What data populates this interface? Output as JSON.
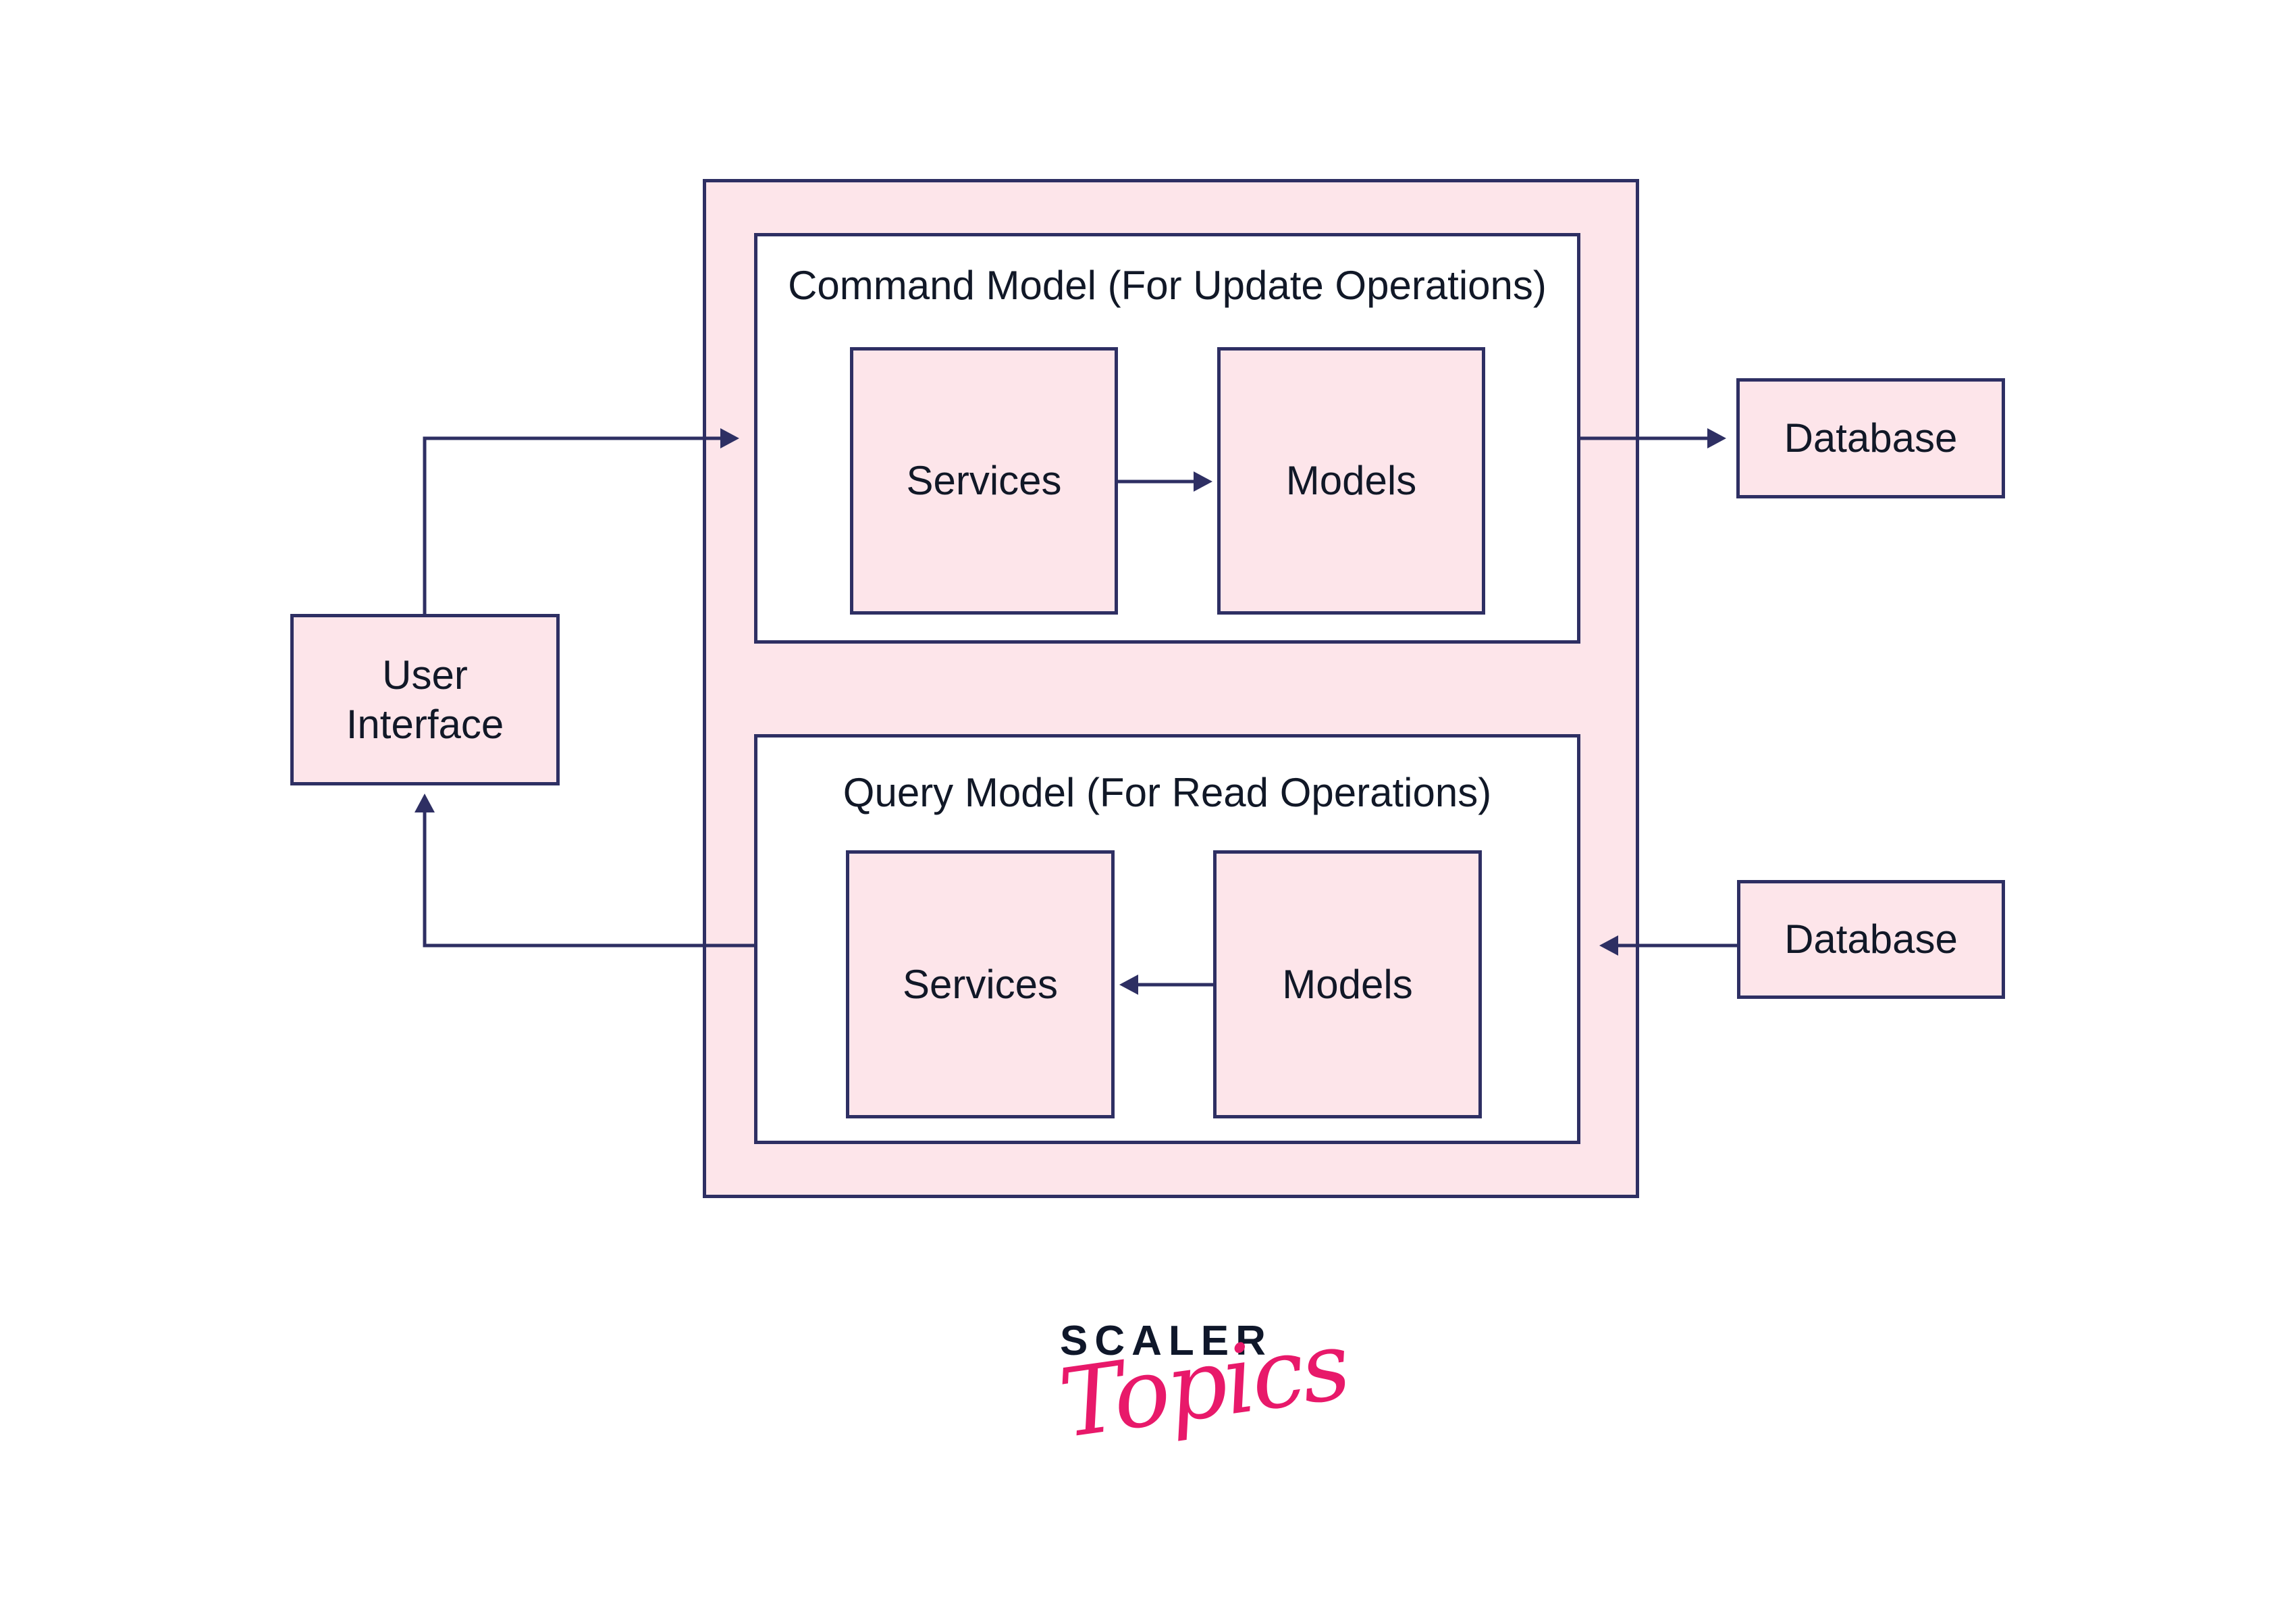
{
  "diagram": {
    "title": "CQRS Architecture",
    "nodes": {
      "user_interface": "User\nInterface",
      "user_interface_lines": [
        "User",
        "Interface"
      ],
      "command_model": {
        "title": "Command Model (For Update Operations)",
        "services": "Services",
        "models": "Models"
      },
      "query_model": {
        "title": "Query Model (For Read Operations)",
        "services": "Services",
        "models": "Models"
      },
      "database_write": "Database",
      "database_read": "Database"
    },
    "edges": [
      {
        "from": "user_interface",
        "to": "command_model"
      },
      {
        "from": "command_model.services",
        "to": "command_model.models"
      },
      {
        "from": "command_model",
        "to": "database_write"
      },
      {
        "from": "database_read",
        "to": "query_model"
      },
      {
        "from": "query_model.models",
        "to": "query_model.services"
      },
      {
        "from": "query_model",
        "to": "user_interface"
      }
    ],
    "colors": {
      "stroke": "#2E2F63",
      "fill_pink": "#FDE5EA",
      "text": "#111827",
      "brand_pink": "#E8196A",
      "brand_dark": "#0F172A"
    }
  },
  "logo": {
    "line1": "SCALER",
    "line2": "Topics"
  }
}
